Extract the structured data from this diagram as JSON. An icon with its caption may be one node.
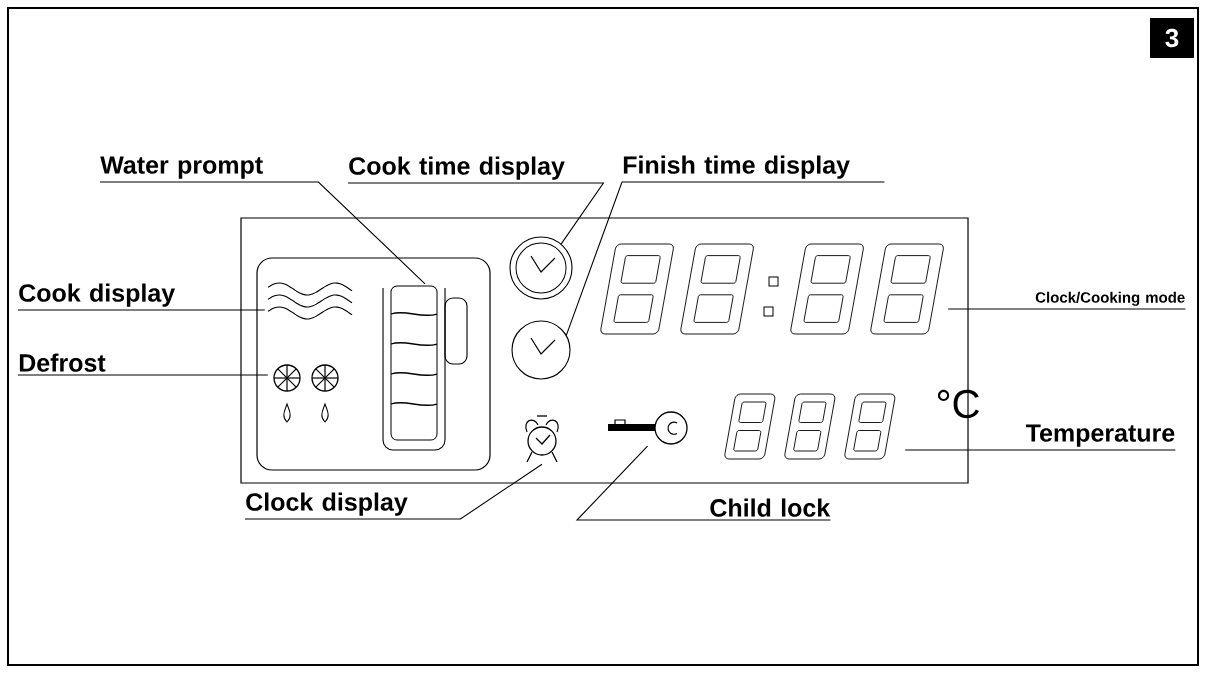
{
  "diagram": {
    "nodes": [
      {
        "text": [
          "3"
        ]
      },
      {
        "text": [
          "Water prompt"
        ]
      },
      {
        "text": [
          "Cook time display"
        ]
      },
      {
        "text": [
          "Finish time display"
        ]
      },
      {
        "text": [
          "Cook display"
        ]
      },
      {
        "text": [
          "Clock/Cooking mode"
        ]
      },
      {
        "text": [
          "Defrost"
        ]
      },
      {
        "text": [
          "Temperature"
        ]
      },
      {
        "text": [
          "Clock display"
        ]
      },
      {
        "text": [
          "Child lock"
        ]
      },
      {
        "text": [],
        "shape": "box"
      },
      {
        "text": [],
        "shape": "box",
        "in": 10
      },
      {
        "text": [],
        "shape": "jug",
        "in": 11
      },
      {
        "text": [],
        "shape": "clock",
        "in": 10
      },
      {
        "text": [],
        "shape": "clock",
        "in": 10
      },
      {
        "text": [],
        "shape": "waves",
        "in": 11
      },
      {
        "text": [],
        "shape": "digits",
        "in": 10
      },
      {
        "text": [],
        "shape": "snowflake",
        "in": 11
      },
      {
        "text": [],
        "shape": "digits",
        "in": 10
      },
      {
        "text": [],
        "shape": "alarm-clock",
        "in": 10
      },
      {
        "text": [],
        "shape": "key",
        "in": 10
      }
    ],
    "edges": [
      {
        "from": 1,
        "to": 12,
        "arrow": "none"
      },
      {
        "from": 2,
        "to": 13,
        "arrow": "none"
      },
      {
        "from": 3,
        "to": 14,
        "arrow": "none"
      },
      {
        "from": 4,
        "to": 15,
        "arrow": "none"
      },
      {
        "from": 5,
        "to": 16,
        "arrow": "none"
      },
      {
        "from": 6,
        "to": 17,
        "arrow": "none"
      },
      {
        "from": 7,
        "to": 18,
        "arrow": "none"
      },
      {
        "from": 8,
        "to": 19,
        "arrow": "none"
      },
      {
        "from": 9,
        "to": 20,
        "arrow": "none"
      }
    ],
    "labels": [
      "°C"
    ]
  }
}
